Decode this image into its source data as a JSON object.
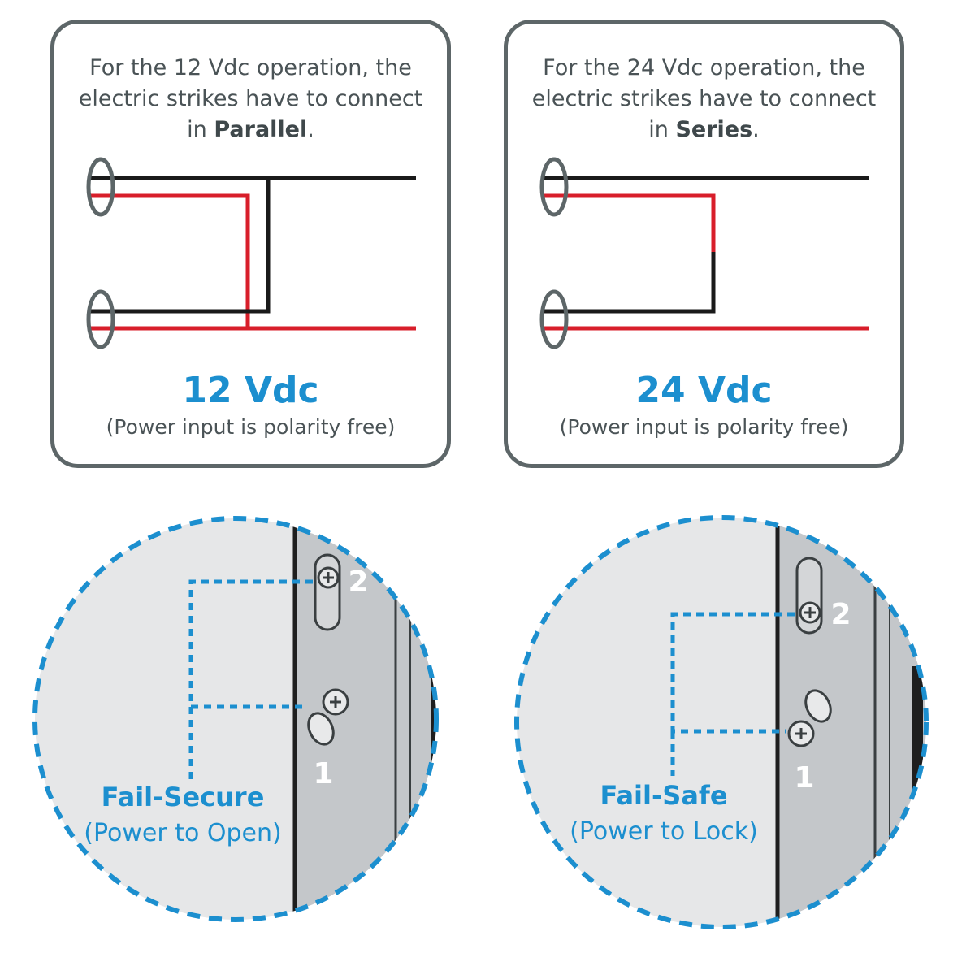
{
  "panels": [
    {
      "desc_line1": "For the 12 Vdc operation, the",
      "desc_line2": "electric strikes have to connect",
      "desc_prefix": "in ",
      "desc_mode": "Parallel",
      "desc_suffix": ".",
      "voltage": "12 Vdc",
      "polarity": "(Power input is polarity free)"
    },
    {
      "desc_line1": "For the 24 Vdc operation, the",
      "desc_line2": "electric strikes have to connect",
      "desc_prefix": "in ",
      "desc_mode": "Series",
      "desc_suffix": ".",
      "voltage": "24 Vdc",
      "polarity": "(Power input is polarity free)"
    }
  ],
  "details": [
    {
      "title": "Fail-Secure",
      "subtitle": "(Power to Open)",
      "screw_top": "2",
      "screw_bottom": "1"
    },
    {
      "title": "Fail-Safe",
      "subtitle": "(Power to Lock)",
      "screw_top": "2",
      "screw_bottom": "1"
    }
  ],
  "colors": {
    "accent_blue": "#1c8fcf",
    "wire_red": "#d81e2a",
    "wire_black": "#1a1a1a",
    "border_gray": "#5d6668"
  }
}
